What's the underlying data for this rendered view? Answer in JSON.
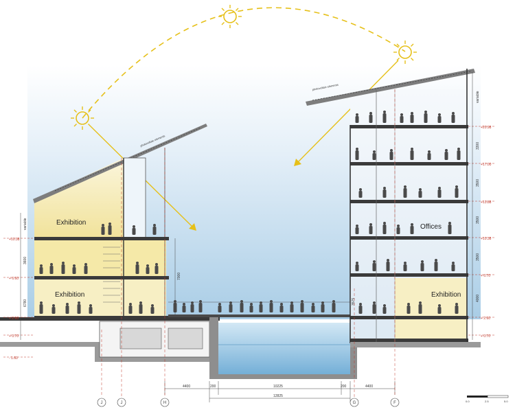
{
  "labels": {
    "exhibition_upper_left": "Exhibition",
    "exhibition_lower_left": "Exhibition",
    "offices": "Offices",
    "exhibition_right": "Exhibition"
  },
  "left_levels": [
    "+10.38",
    "+ 6.60",
    "+ 2.60",
    "+ 0.70",
    "- 1.60"
  ],
  "left_vertical_dims": [
    "variable",
    "3600",
    "6780"
  ],
  "right_levels": [
    "+20.98",
    "+17.00",
    "+13.88",
    "+10.38",
    "+ 6.70",
    "+ 2.60",
    "+ 0.70"
  ],
  "right_vertical_dims": [
    "variable",
    "3300",
    "3500",
    "3500",
    "3500",
    "4000"
  ],
  "center_dims": [
    "7000",
    "3575"
  ],
  "bottom_dims": {
    "d_4400_left": "4400",
    "d_200_left": "200",
    "d_10225": "10225",
    "d_200_right": "200",
    "d_4400_right": "4400",
    "d_12825": "12825"
  },
  "axis_markers": [
    "J",
    "J",
    "H",
    "G",
    "F"
  ],
  "roof_notes": [
    "photovoltaic elements",
    "photovoltaic elements"
  ],
  "scale_bar": [
    "0.0",
    "2.5",
    "5.0"
  ],
  "colors": {
    "sun": "#e6c019",
    "sky": "#b9d6ea",
    "exhibition_fill": "#f7eeb8",
    "water": "#9cc9e6",
    "level_marker": "#c0392b",
    "structure": "#3a3a3a"
  }
}
